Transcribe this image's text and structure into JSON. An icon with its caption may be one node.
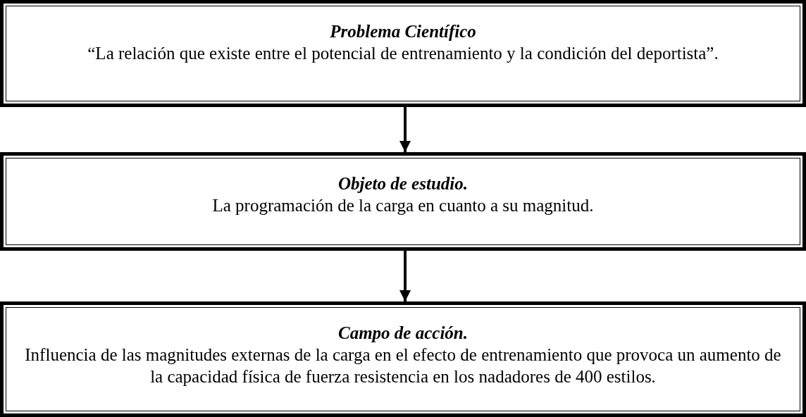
{
  "diagram": {
    "nodes": [
      {
        "text": [
          "Problema Científico",
          "“La relación que existe entre el potencial de entrenamiento y la condición del deportista”."
        ]
      },
      {
        "text": [
          "Objeto de estudio.",
          "La programación de la carga en cuanto a su magnitud."
        ]
      },
      {
        "text": [
          "Campo de acción.",
          "Influencia de las magnitudes externas de la carga en el efecto de entrenamiento que provoca un aumento de la capacidad física de fuerza resistencia en los nadadores de 400 estilos."
        ]
      }
    ],
    "edges": [
      {
        "from": 0,
        "to": 1,
        "arrow": "to"
      },
      {
        "from": 1,
        "to": 2,
        "arrow": "to"
      }
    ]
  }
}
